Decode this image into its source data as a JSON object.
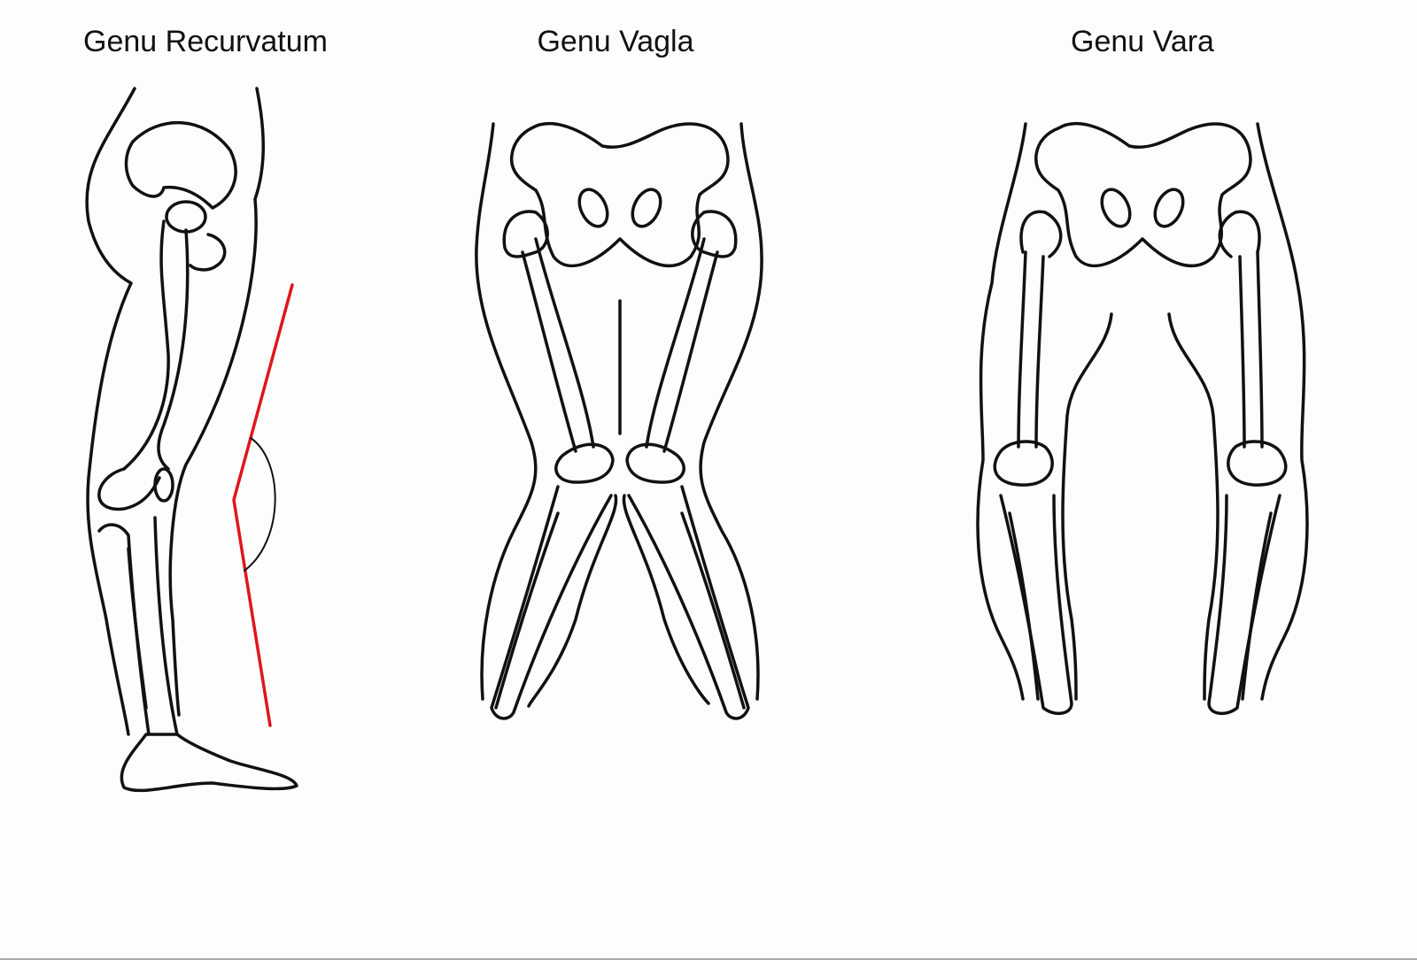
{
  "titles": {
    "recurvatum": "Genu Recurvatum",
    "valga": "Genu Vagla",
    "vara": "Genu Vara"
  },
  "colors": {
    "line": "#111111",
    "angle_line": "#e0161b",
    "background": "#fdfdfd"
  }
}
